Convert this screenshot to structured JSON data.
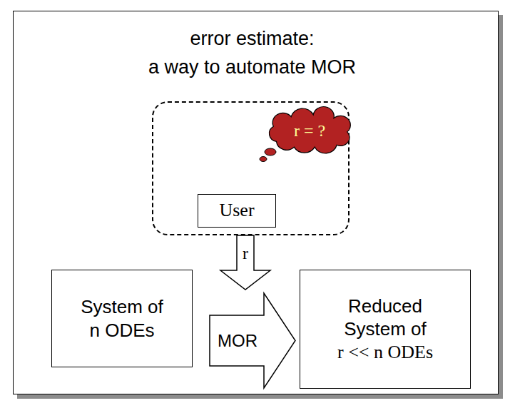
{
  "diagram": {
    "nodes": [
      {
        "text": [
          "error estimate:",
          "a way to automate MOR"
        ]
      },
      {
        "text": [
          "r = ?"
        ],
        "in": 0
      },
      {
        "text": [
          "User"
        ],
        "in": 0
      },
      {
        "text": [
          "System of",
          "n ODEs"
        ]
      },
      {
        "text": [
          "MOR"
        ]
      },
      {
        "text": [
          "Reduced System of",
          "r << n ODEs"
        ]
      }
    ],
    "edges": [
      {
        "from": 0,
        "to": 4,
        "label": "r",
        "arrow": "to"
      }
    ]
  }
}
